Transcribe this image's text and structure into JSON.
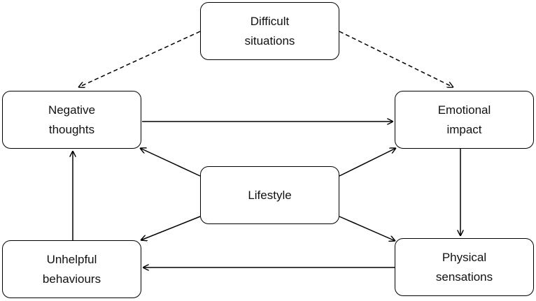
{
  "nodes": {
    "difficult_situations": "Difficult\nsituations",
    "negative_thoughts": "Negative\nthoughts",
    "emotional_impact": "Emotional\nimpact",
    "lifestyle": "Lifestyle",
    "unhelpful_behaviours": "Unhelpful\nbehaviours",
    "physical_sensations": "Physical\nsensations"
  },
  "edges": [
    {
      "from": "difficult_situations",
      "to": "negative_thoughts",
      "style": "dashed"
    },
    {
      "from": "difficult_situations",
      "to": "emotional_impact",
      "style": "dashed"
    },
    {
      "from": "negative_thoughts",
      "to": "emotional_impact",
      "style": "solid"
    },
    {
      "from": "emotional_impact",
      "to": "physical_sensations",
      "style": "solid"
    },
    {
      "from": "physical_sensations",
      "to": "unhelpful_behaviours",
      "style": "solid"
    },
    {
      "from": "unhelpful_behaviours",
      "to": "negative_thoughts",
      "style": "solid"
    },
    {
      "from": "lifestyle",
      "to": "negative_thoughts",
      "style": "solid"
    },
    {
      "from": "lifestyle",
      "to": "emotional_impact",
      "style": "solid"
    },
    {
      "from": "lifestyle",
      "to": "unhelpful_behaviours",
      "style": "solid"
    },
    {
      "from": "lifestyle",
      "to": "physical_sensations",
      "style": "solid"
    }
  ],
  "colors": {
    "stroke": "#000000",
    "background": "#ffffff",
    "text": "#111111"
  }
}
